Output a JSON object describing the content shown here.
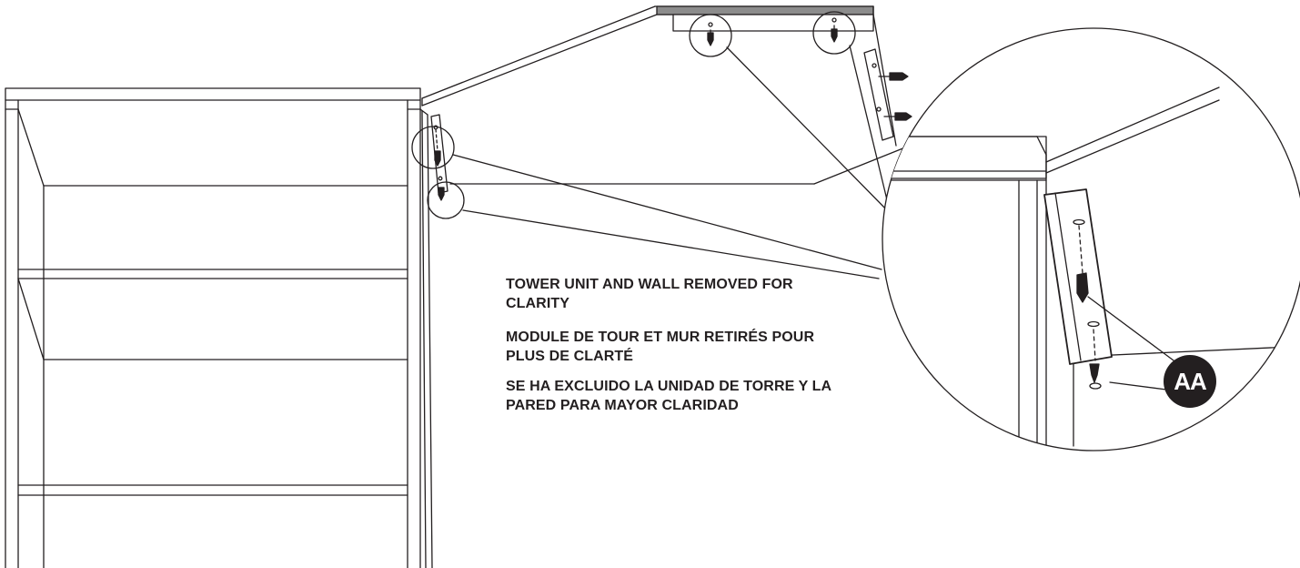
{
  "notes": {
    "english": "TOWER UNIT AND WALL REMOVED FOR CLARITY",
    "french": "MODULE DE TOUR ET MUR RETIRÉS POUR PLUS DE CLARTÉ",
    "spanish": "SE HA EXCLUIDO LA UNIDAD DE TORRE Y LA PARED PARA MAYOR CLARIDAD"
  },
  "callout": {
    "part_label": "AA"
  },
  "colors": {
    "line": "#231f20",
    "top_edge": "#8c8c8c",
    "badge": "#231f20"
  }
}
